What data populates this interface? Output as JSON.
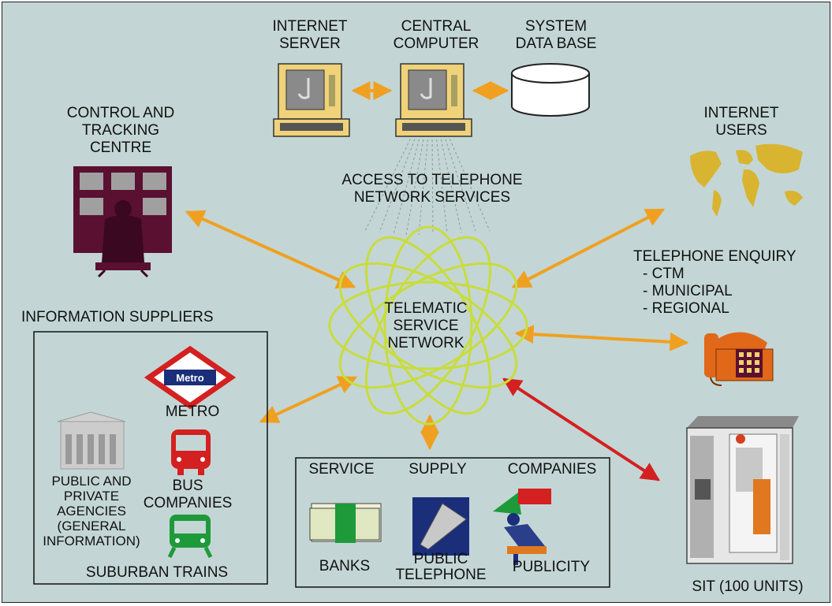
{
  "top": {
    "internet_server": [
      "INTERNET",
      "SERVER"
    ],
    "central_computer": [
      "CENTRAL",
      "COMPUTER"
    ],
    "system_database": [
      "SYSTEM",
      "DATA BASE"
    ]
  },
  "control_centre": [
    "CONTROL AND",
    "TRACKING",
    "CENTRE"
  ],
  "access_network": [
    "ACCESS TO TELEPHONE",
    "NETWORK SERVICES"
  ],
  "internet_users": [
    "INTERNET",
    "USERS"
  ],
  "telephone_enquiry": {
    "title": "TELEPHONE ENQUIRY",
    "items": [
      "- CTM",
      "- MUNICIPAL",
      "- REGIONAL"
    ]
  },
  "center": [
    "TELEMATIC",
    "SERVICE",
    "NETWORK"
  ],
  "info_suppliers": {
    "title": "INFORMATION SUPPLIERS",
    "metro_logo_text": "Metro",
    "metro": "METRO",
    "bus": [
      "BUS",
      "COMPANIES"
    ],
    "agencies": [
      "PUBLIC AND",
      "PRIVATE",
      "AGENCIES",
      "(GENERAL",
      "INFORMATION)"
    ],
    "trains": "SUBURBAN TRAINS"
  },
  "service_supply": {
    "headers": [
      "SERVICE",
      "SUPPLY",
      "COMPANIES"
    ],
    "banks": "BANKS",
    "public_telephone": [
      "PUBLIC",
      "TELEPHONE"
    ],
    "publicity": "PUBLICITY"
  },
  "sit": "SIT (100 UNITS)",
  "colors": {
    "background": "#c3d6d5",
    "orange_arrow": "#f0a020",
    "red_arrow": "#d42020",
    "maroon": "#5a1030",
    "network_ring": "#c9dc3c",
    "terminal": "#efd27a"
  }
}
